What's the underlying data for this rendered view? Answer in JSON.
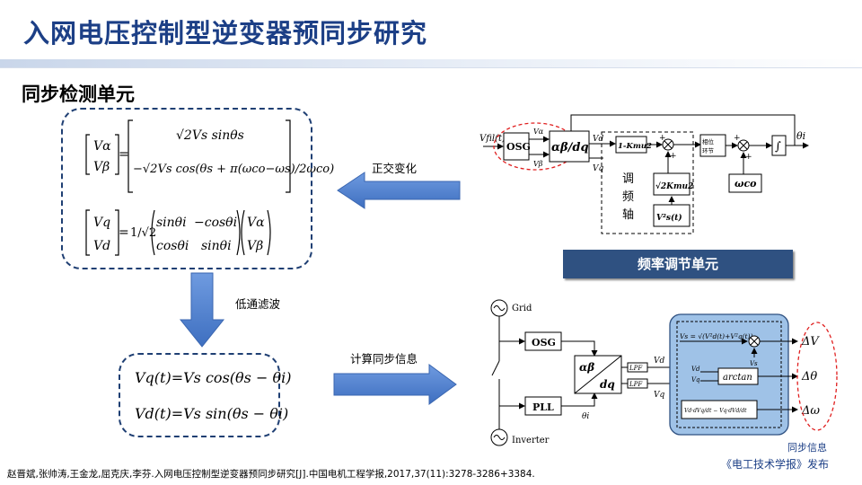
{
  "title": "入网电压控制型逆变器预同步研究",
  "section_title": "同步检测单元",
  "equations": {
    "vab_lhs_top": "Vα",
    "vab_lhs_bot": "Vβ",
    "vab_rhs_top": "√2Vs sinθs",
    "vab_rhs_bot": "−√2Vs cos(θs + π(ωco−ωs)/2ωco)",
    "vqd_lhs_top": "Vq",
    "vqd_lhs_bot": "Vd",
    "vqd_factor": "1/√2",
    "vqd_m11": "sinθi",
    "vqd_m12": "−cosθi",
    "vqd_m21": "cosθi",
    "vqd_m22": "sinθi",
    "vqd_v1": "Vα",
    "vqd_v2": "Vβ",
    "vq_t": "Vq(t)=Vs cos(θs − θi)",
    "vd_t": "Vd(t)=Vs sin(θs − θi)"
  },
  "arrows": {
    "orthogonal": "正交变化",
    "lowpass": "低通滤波",
    "compute": "计算同步信息"
  },
  "top_diagram": {
    "input": "Vfil(t)",
    "osg": "OSG",
    "park": "αβ/dq",
    "va": "Vα",
    "vb": "Vβ",
    "vd": "Vd",
    "vq": "Vq",
    "gain": "1-Kmu2",
    "vertical_label": "调频轴",
    "sqrt_block": "√2Kmu2",
    "v2_block": "V²s(t)",
    "pi_block": "相位环节",
    "wco": "ωco",
    "integ": "∫",
    "theta_i": "θi"
  },
  "banner": "频率调节单元",
  "bottom_diagram": {
    "grid": "Grid",
    "inverter": "Inverter",
    "osg": "OSG",
    "pll": "PLL",
    "park_top": "αβ",
    "park_bot": "dq",
    "lpf1": "LPF",
    "lpf2": "LPF",
    "vd": "Vd",
    "vq": "Vq",
    "theta_i": "θi",
    "vs_eq": "Vs = √(V²d(t)+V²q(t))",
    "vs_label": "Vs",
    "vd_in": "Vd",
    "vq_in": "Vq",
    "arctan": "arctan",
    "dw_eq": "Vd·dVq/dt − Vq·dVd/dt",
    "dV": "ΔV",
    "dtheta": "Δθ",
    "domega": "Δω"
  },
  "sync_info": "同步信息",
  "publisher": "《电工技术学报》发布",
  "reference": "赵晋斌,张帅涛,王金龙,屈克庆,李芬.入网电压控制型逆变器预同步研究[J].中国电机工程学报,2017,37(11):3278-3286+3384."
}
